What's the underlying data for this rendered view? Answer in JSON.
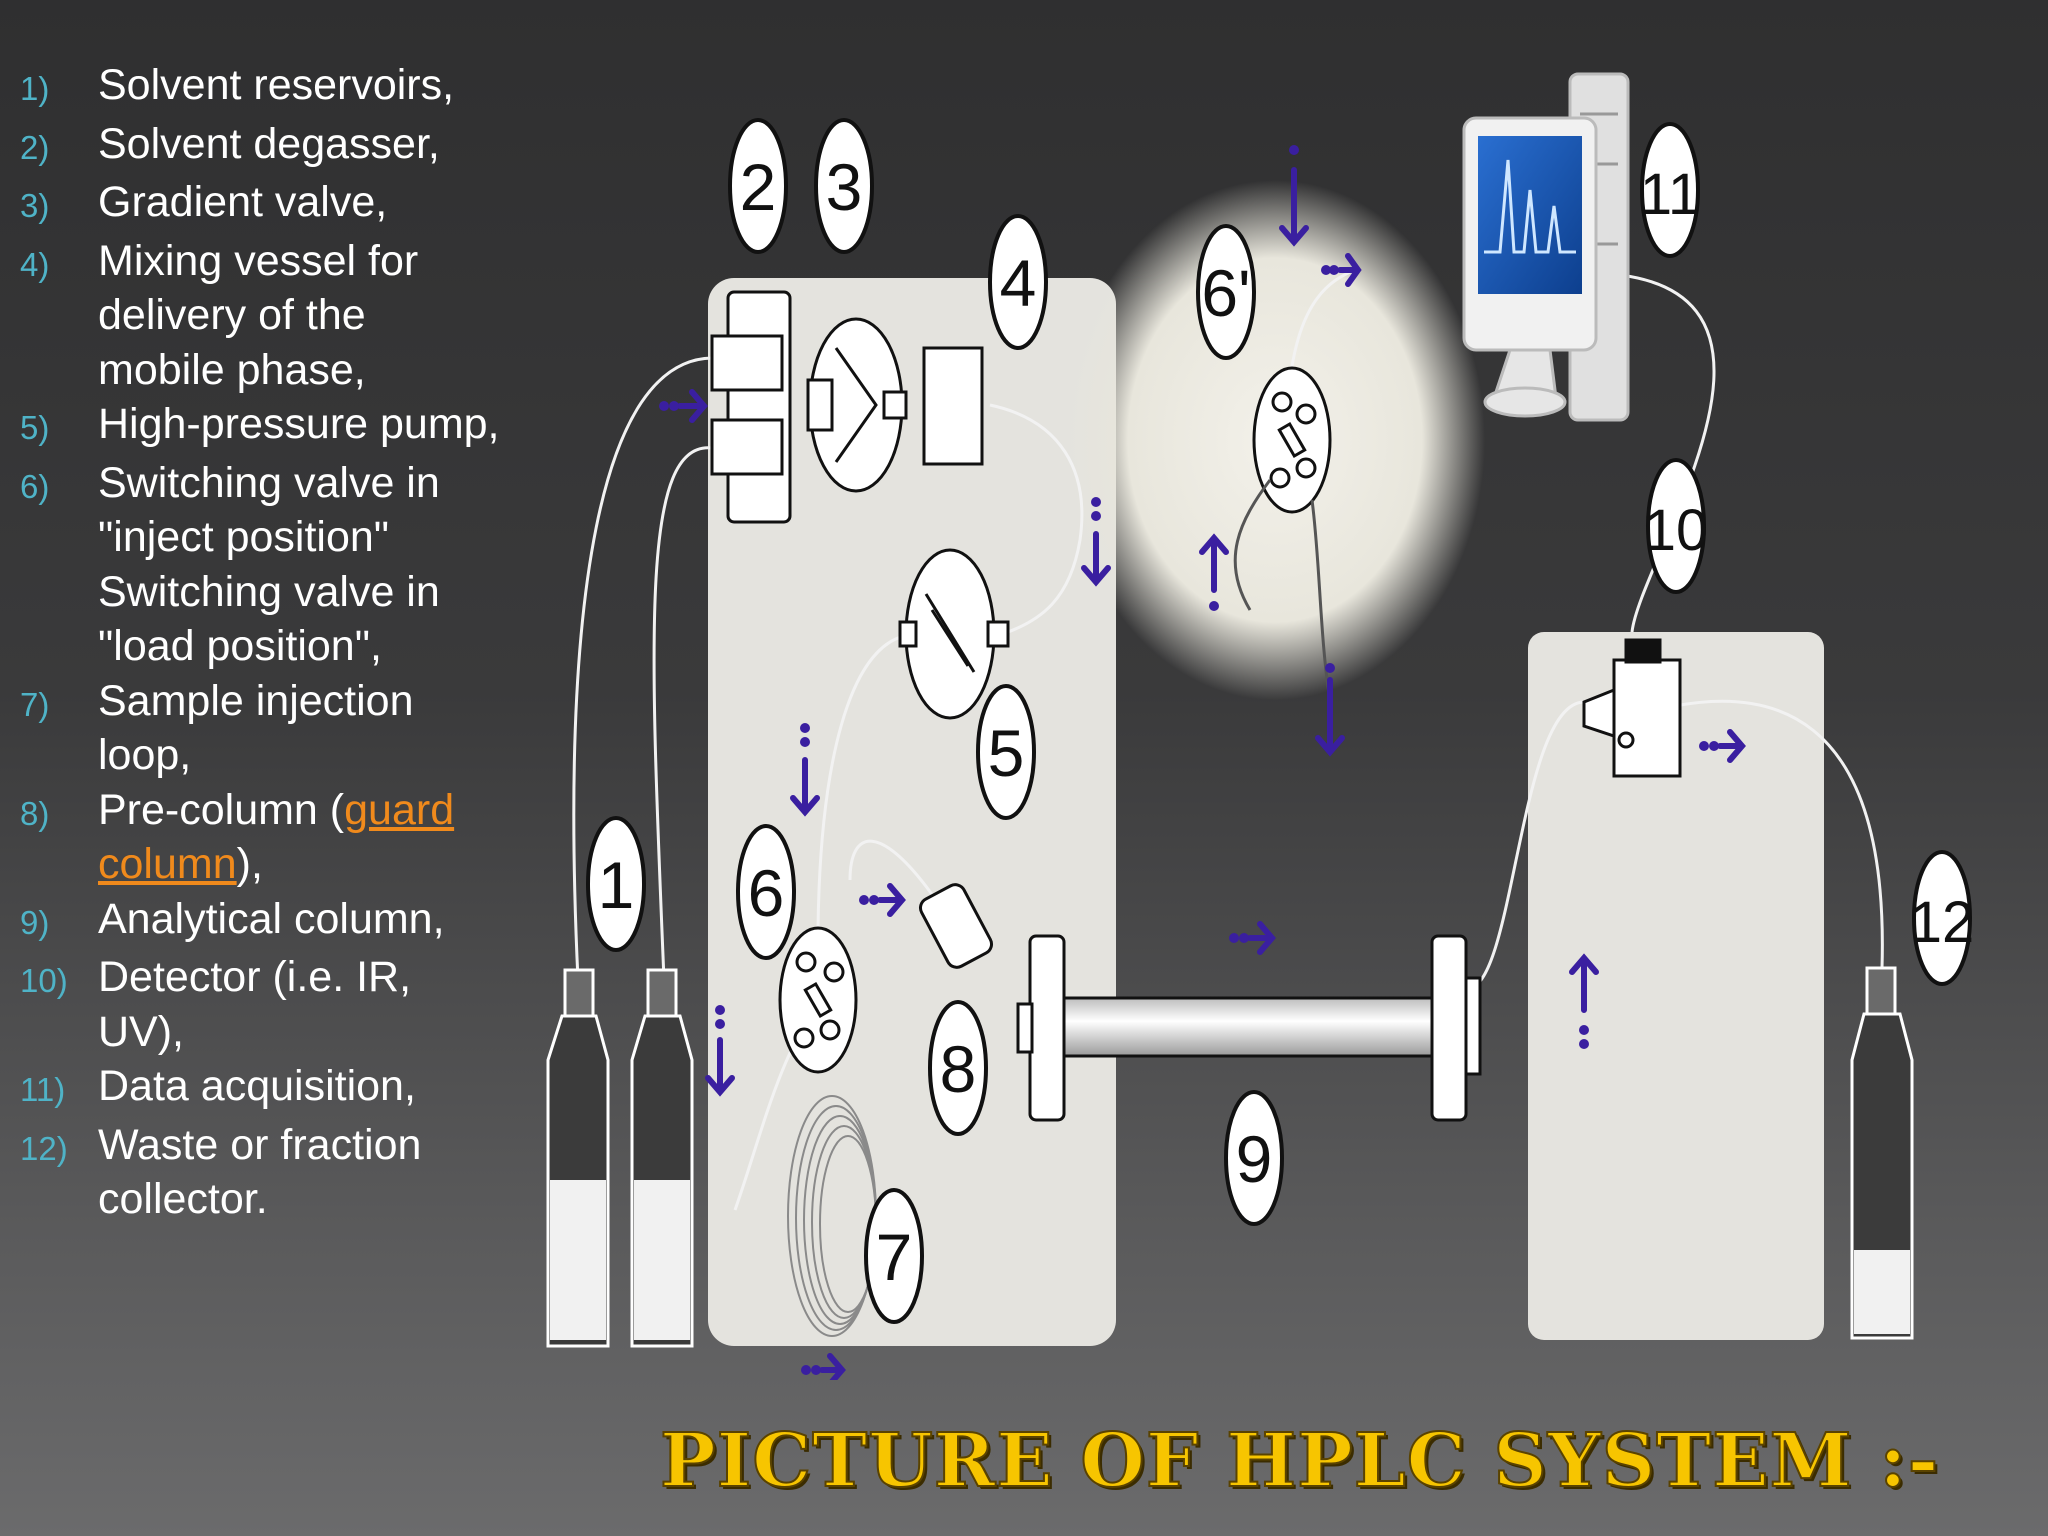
{
  "legend": [
    {
      "num": "1)",
      "lines": [
        "Solvent reservoirs,"
      ]
    },
    {
      "num": "2)",
      "lines": [
        "Solvent degasser,"
      ]
    },
    {
      "num": "3)",
      "lines": [
        "Gradient valve,"
      ]
    },
    {
      "num": "4)",
      "lines": [
        "Mixing vessel for",
        "delivery of the",
        "mobile phase,"
      ]
    },
    {
      "num": "5)",
      "lines": [
        "High-pressure pump,"
      ]
    },
    {
      "num": "6)",
      "lines": [
        "Switching valve in",
        "\"inject position\"",
        "Switching valve in",
        "\"load position\","
      ]
    },
    {
      "num": "7)",
      "lines": [
        "Sample injection",
        "loop,"
      ]
    },
    {
      "num": "8)",
      "pre": "Pre-column (",
      "link": "guard",
      "link2": "column",
      "post": "),"
    },
    {
      "num": "9)",
      "lines": [
        "Analytical column,"
      ]
    },
    {
      "num": "10)",
      "lines": [
        "Detector (i.e. IR,",
        "UV),"
      ]
    },
    {
      "num": "11)",
      "lines": [
        "Data acquisition,"
      ]
    },
    {
      "num": "12)",
      "lines": [
        "Waste or fraction",
        "collector."
      ]
    }
  ],
  "diagram_labels": {
    "l1": "1",
    "l2": "2",
    "l3": "3",
    "l4": "4",
    "l5": "5",
    "l6": "6",
    "l6b": "6'",
    "l7": "7",
    "l8": "8",
    "l9": "9",
    "l10": "10",
    "l11": "11",
    "l12": "12"
  },
  "caption": "PICTURE OF HPLC SYSTEM :-",
  "colors": {
    "number": "#4fb3c7",
    "link": "#f08a1c",
    "caption": "#f7c500",
    "panel": "#e4e3de",
    "arrow": "#3a1fa0"
  }
}
